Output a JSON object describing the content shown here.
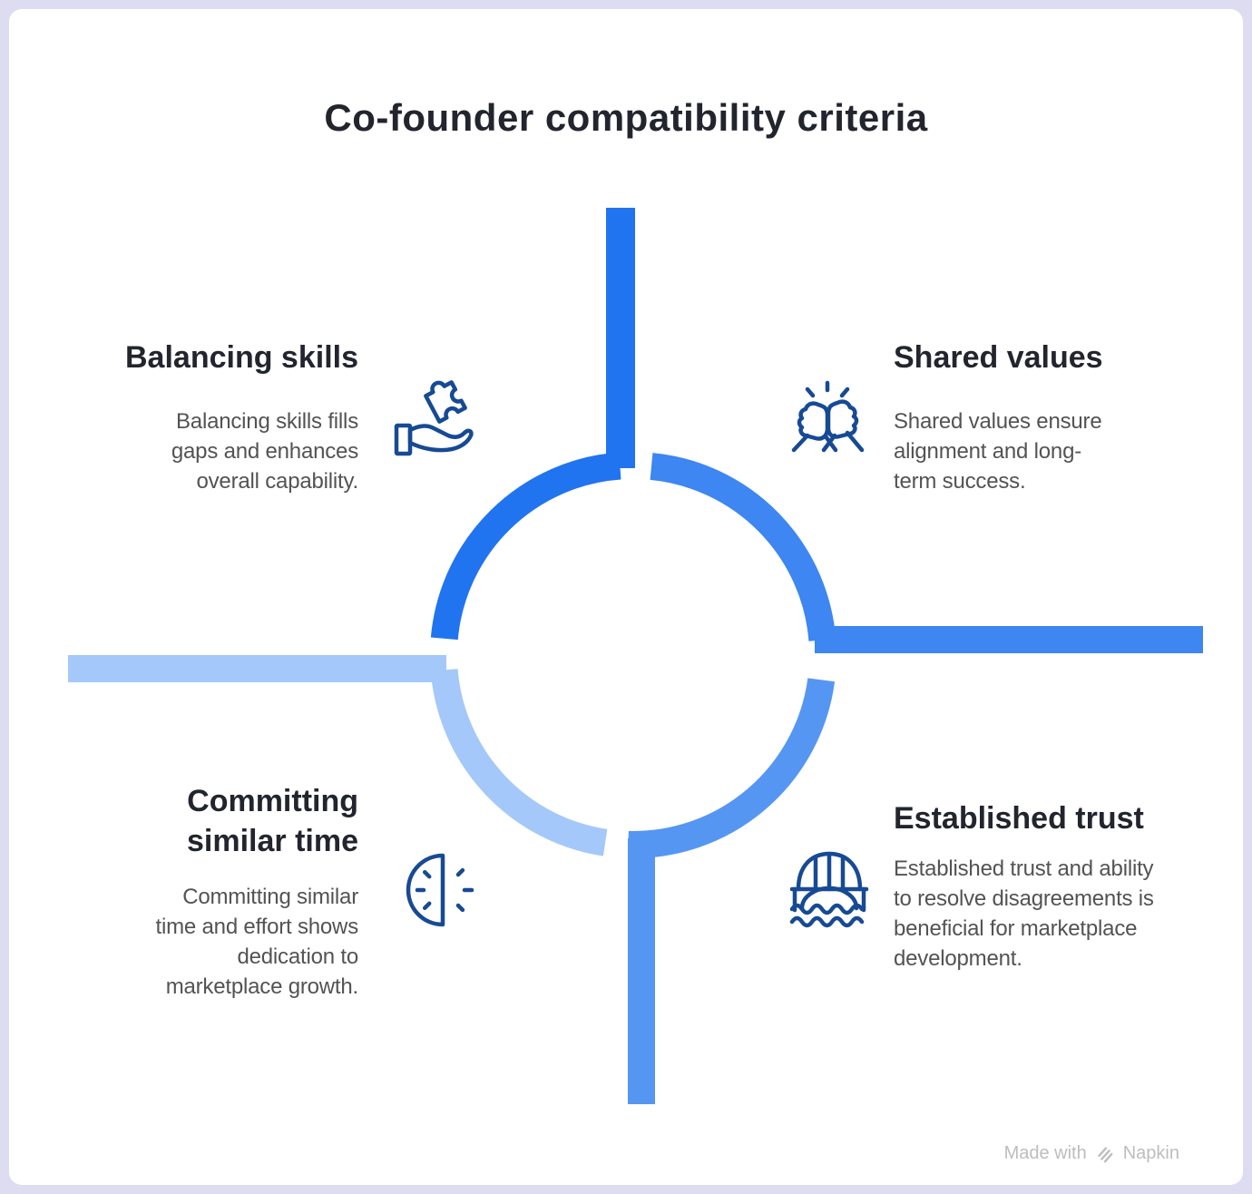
{
  "title": "Co-founder compatibility criteria",
  "quadrants": [
    {
      "key": "balancing-skills",
      "heading": "Balancing skills",
      "body": "Balancing skills fills gaps and enhances overall capability.",
      "icon": "hand-holding-puzzle-icon",
      "accent_color": "#2174F0"
    },
    {
      "key": "shared-values",
      "heading": "Shared values",
      "body": "Shared values ensure alignment and long-term success.",
      "icon": "fist-bump-icon",
      "accent_color": "#3E86F1"
    },
    {
      "key": "committing-similar-time",
      "heading": "Committing similar time",
      "body": "Committing similar time and effort shows dedication to marketplace growth.",
      "icon": "half-clock-icon",
      "accent_color": "#A5C8FA"
    },
    {
      "key": "established-trust",
      "heading": "Established trust",
      "body": "Established trust and ability to resolve disagreements is beneficial for marketplace development.",
      "icon": "bridge-over-water-icon",
      "accent_color": "#5696F3"
    }
  ],
  "footer": {
    "made_with": "Made with",
    "brand": "Napkin",
    "logo_icon": "napkin-logo-icon"
  },
  "colors": {
    "page_background": "#DEDCF0",
    "card_background": "#FFFFFF",
    "heading_text": "#23252E",
    "body_text": "#535353",
    "icon_stroke": "#174A94",
    "arc_top_left": "#2174F0",
    "arc_top_right": "#3E86F1",
    "arc_bottom_left": "#A5C8FA",
    "arc_bottom_right": "#5696F3",
    "footer_text": "#BDBDBD"
  }
}
